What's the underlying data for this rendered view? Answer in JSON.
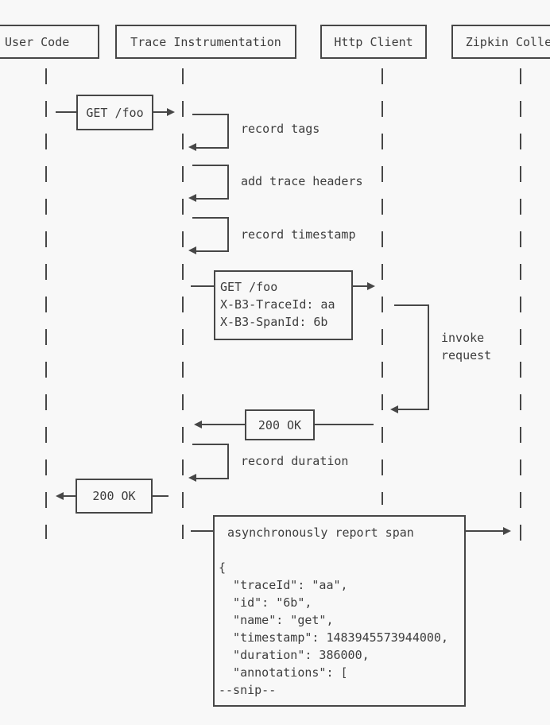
{
  "colors": {
    "background": "#f8f8f8",
    "line": "#474747",
    "text": "#3d3d3d"
  },
  "participants": [
    {
      "label": "User Code"
    },
    {
      "label": "Trace Instrumentation"
    },
    {
      "label": "Http Client"
    },
    {
      "label": "Zipkin Collector"
    }
  ],
  "messages": {
    "get_foo": "GET /foo",
    "http_request": {
      "line1": "GET /foo",
      "line2": "X-B3-TraceId: aa",
      "line3": "X-B3-SpanId: 6b"
    },
    "ok_to_instrumentation": "200 OK",
    "ok_to_user": "200 OK"
  },
  "self_actions": {
    "record_tags": "record tags",
    "add_trace_headers": "add trace headers",
    "record_timestamp": "record timestamp",
    "invoke_request": {
      "line1": "invoke",
      "line2": "request"
    },
    "record_duration": "record duration"
  },
  "report": {
    "title": "asynchronously report span",
    "json_lines": [
      "{",
      "  \"traceId\": \"aa\",",
      "  \"id\": \"6b\",",
      "  \"name\": \"get\",",
      "  \"timestamp\": 1483945573944000,",
      "  \"duration\": 386000,",
      "  \"annotations\": [",
      "--snip--"
    ]
  }
}
